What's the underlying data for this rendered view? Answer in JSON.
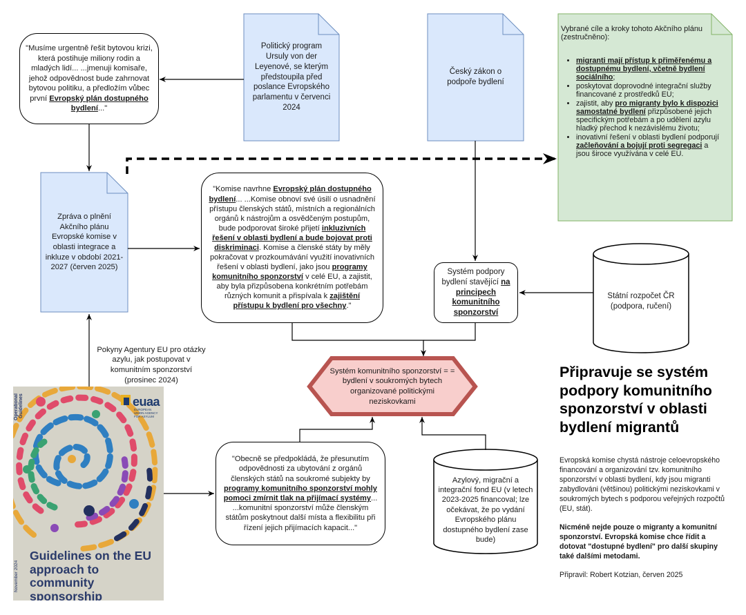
{
  "nodes": {
    "quote_president": {
      "pre": "\"Musíme urgentně řešit bytovou krizi, která postihuje miliony rodin a mladých lidí... ...jmenuji komisaře, jehož odpovědnost bude zahrnovat bytovou politiku, a předložím vůbec první ",
      "bold": "Evropský plán dostupného bydlení",
      "post": "...\""
    },
    "political_program": "Politický program Ursuly von der Leyenové, se kterým předstoupila před poslance Evropského parlamentu v červenci 2024",
    "czech_law": "Český zákon o podpoře bydlení",
    "goals": {
      "title": "Vybrané cíle a kroky tohoto Akčního plánu (zestručněno):",
      "item1_bold": "migranti mají přístup k přiměřenému a dostupnému bydlení, včetně bydlení sociálního",
      "item1_post": ";",
      "item2": "poskytovat doprovodné integrační služby financované z prostředků EU;",
      "item3_pre": "zajistit, aby ",
      "item3_bold": "pro migranty bylo k dispozici samostatné bydlení",
      "item3_post": " přizpůsobené jejich specifickým potřebám a po udělení azylu hladký přechod k nezávislému životu;",
      "item4_pre": "inovativní řešení v oblasti bydlení podporují ",
      "item4_bold": "začleňování a bojují proti segregaci",
      "item4_post": " a jsou široce využívána v celé EU."
    },
    "report": "Zpráva o plnění Akčního plánu Evropské komise v oblasti integrace a inkluze v období 2021-2027 (červen 2025)",
    "commission_quote": {
      "p1": "\"Komise navrhne ",
      "b1": "Evropský plán dostupného bydlení",
      "p2": "... ...Komise obnoví své úsilí o usnadnění přístupu členských států, místních a regionálních orgánů k nástrojům a osvědčeným postupům, bude podporovat široké přijetí ",
      "b2": "inkluzivních řešení v oblasti bydlení a bude bojovat proti diskriminaci",
      "p3": ". Komise a členské státy by měly pokračovat v prozkoumávání využití inovativních řešení v oblasti bydlení, jako jsou ",
      "b3": "programy komunitního sponzorství",
      "p4": " v celé EU, a zajistit, aby byla přizpůsobena konkrétním potřebám různých komunit a přispívala k ",
      "b4": "zajištění přístupu k bydlení pro všechny",
      "p5": ".\""
    },
    "support_system": {
      "pre": "Systém podpory bydlení stavějící ",
      "bold": "na principech komunitního sponzorství"
    },
    "state_budget": "Státní rozpočet ČR (podpora, ručení)",
    "euaa_guidelines": "Pokyny Agentury EU pro otázky azylu, jak postupovat v komunitním sponzorství (prosinec 2024)",
    "central_system": "Systém komunitního sponzorství = = bydlení v soukromých bytech organizované politickými neziskovkami",
    "generally_quote": {
      "p1": "\"Obecně se předpokládá, že přesunutím odpovědnosti za ubytování z orgánů členských států na soukromé subjekty by ",
      "b1": "programy komunitního sponzorství mohly pomoci zmírnit tlak na přijímací systémy",
      "p2": "... ...komunitní sponzorství může členským státům poskytnout další místa a flexibilitu při řízení jejich přijímacích kapacit...\""
    },
    "amif_fund": "Azylový, migrační a integrační fond EU (v letech 2023-2025 financoval; lze očekávat, že po vydání Evropského plánu dostupného bydlení zase bude)"
  },
  "cover": {
    "side_label": "Operational Guidelines",
    "side_date": "November 2024",
    "logo": "euaa",
    "logo_sub": "EUROPEAN UNION AGENCY FOR ASYLUM",
    "title": "Guidelines on the EU approach to community sponsorship"
  },
  "right_panel": {
    "headline": "Připravuje se systém podpory komunitního sponzorství v oblasti bydlení migrantů",
    "paragraph1": "Evropská komise chystá nástroje celoevropského financování a organizování tzv. komunitního sponzorství v oblasti bydlení, kdy jsou migranti zabydlováni (většinou) politickými neziskovkami v soukromých bytech s podporou veřejných rozpočtů (EU, stát).",
    "paragraph2": "Nicméně nejde pouze o migranty a komunitní sponzorství. Evropská komise chce řídit a dotovat \"dostupné bydlení\" pro další skupiny také dalšími metodami.",
    "credit": "Připravil: Robert Kotzian, červen 2025"
  },
  "colors": {
    "doc_blue": "#dae8fc",
    "doc_green": "#d5e8d4",
    "hexagon_fill": "#f8cecc",
    "hexagon_stroke": "#b85450",
    "cover_bg": "#d5d3c8",
    "cover_title": "#2a3a6a"
  }
}
